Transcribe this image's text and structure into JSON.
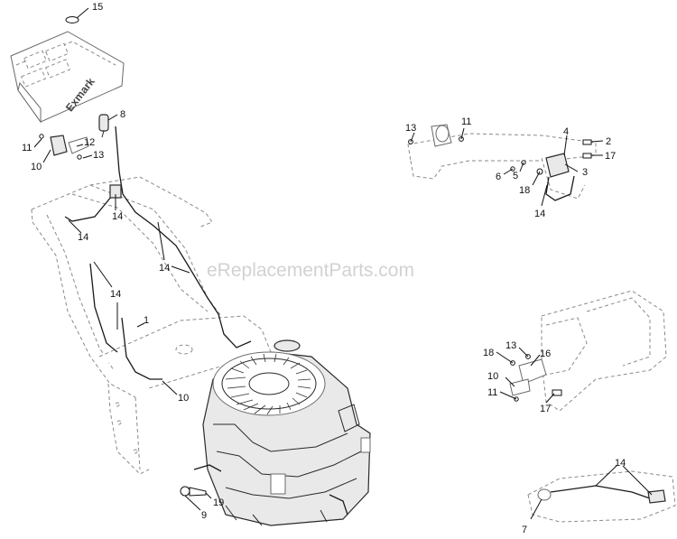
{
  "watermark": "eReplacementParts.com",
  "cover_logo": "Exmark",
  "callouts": {
    "c15": "15",
    "c8": "8",
    "c11a": "11",
    "c10a": "10",
    "c12": "12",
    "c13a": "13",
    "c14a": "14",
    "c14b": "14",
    "c14c": "14",
    "c14d": "14",
    "c1": "1",
    "c10b": "10",
    "c9": "9",
    "c19": "19",
    "c13b": "13",
    "c11b": "11",
    "c4": "4",
    "c2": "2",
    "c17a": "17",
    "c3": "3",
    "c6": "6",
    "c5": "5",
    "c18a": "18",
    "c14e": "14",
    "c18b": "18",
    "c13c": "13",
    "c16": "16",
    "c10c": "10",
    "c11c": "11",
    "c17b": "17",
    "c14f": "14",
    "c7": "7"
  }
}
